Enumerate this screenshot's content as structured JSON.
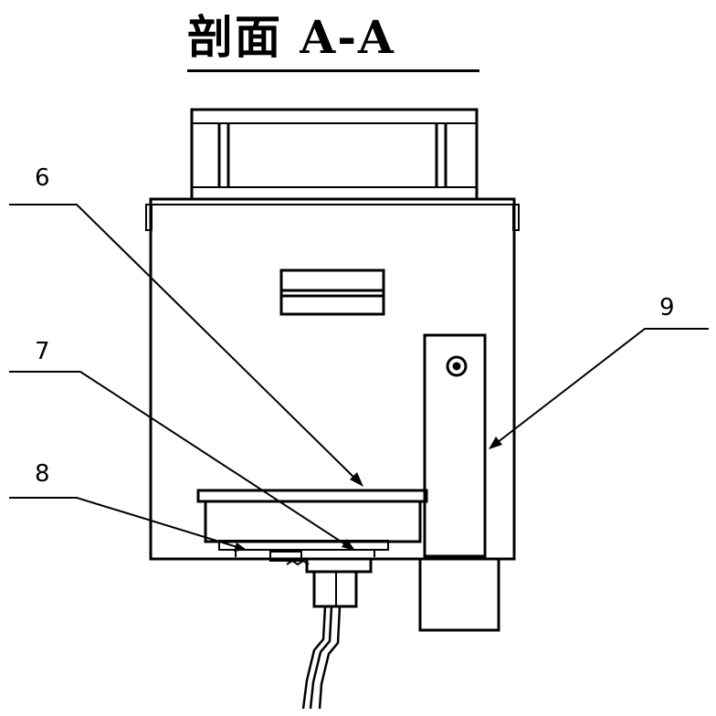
{
  "title": "剖面 A-A",
  "callouts": {
    "part_6": "6",
    "part_7": "7",
    "part_8": "8",
    "part_9": "9"
  },
  "colors": {
    "line": "#000000",
    "background": "#ffffff"
  }
}
